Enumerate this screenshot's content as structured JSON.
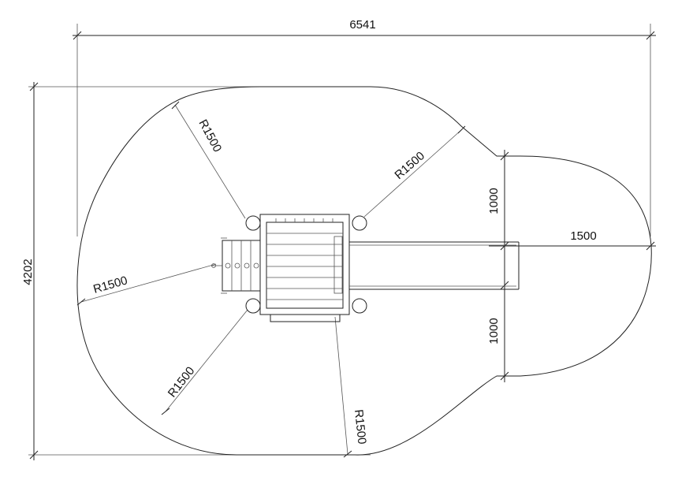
{
  "dimensions": {
    "overall_width": "6541",
    "overall_height": "4202",
    "slide_zone_upper": "1000",
    "slide_zone_lower": "1000",
    "slide_zone_end": "1500"
  },
  "radius_labels": {
    "top_left": "R1500",
    "top_right": "R1500",
    "left": "R1500",
    "bottom_left": "R1500",
    "bottom_right": "R1500"
  }
}
